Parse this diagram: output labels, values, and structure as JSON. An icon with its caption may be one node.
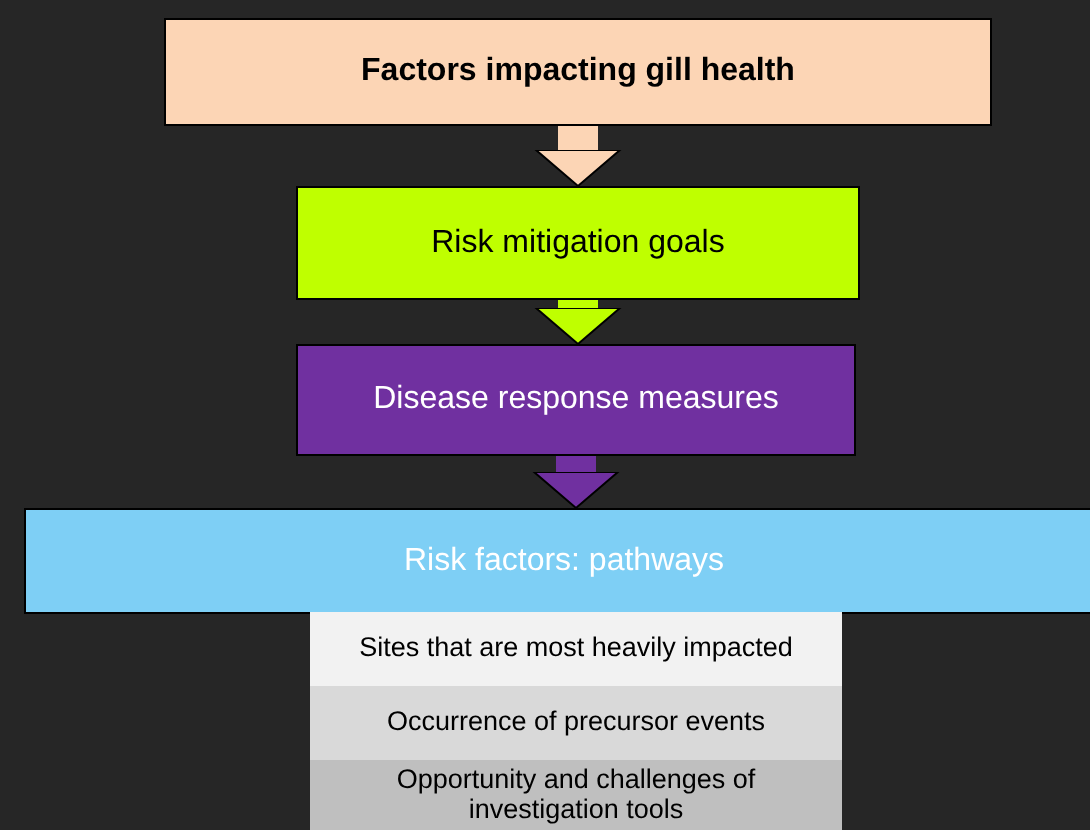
{
  "diagram": {
    "nodes": [
      {
        "text": [
          "Factors impacting gill health"
        ]
      },
      {
        "text": [
          "Risk mitigation goals"
        ]
      },
      {
        "text": [
          "Disease response measures"
        ]
      },
      {
        "text": [
          "Risk factors: pathways"
        ]
      },
      {
        "text": [
          "Sites that are most heavily impacted"
        ]
      },
      {
        "text": [
          "Occurrence of precursor events"
        ]
      },
      {
        "text": [
          "Opportunity and challenges of investigation tools"
        ]
      }
    ],
    "edges": [
      {
        "from": 0,
        "to": 1,
        "arrow": "to",
        "color": "#fcd5b5"
      },
      {
        "from": 1,
        "to": 2,
        "arrow": "to",
        "color": "#bfff00"
      },
      {
        "from": 2,
        "to": 3,
        "arrow": "to",
        "color": "#7030a0"
      }
    ]
  }
}
